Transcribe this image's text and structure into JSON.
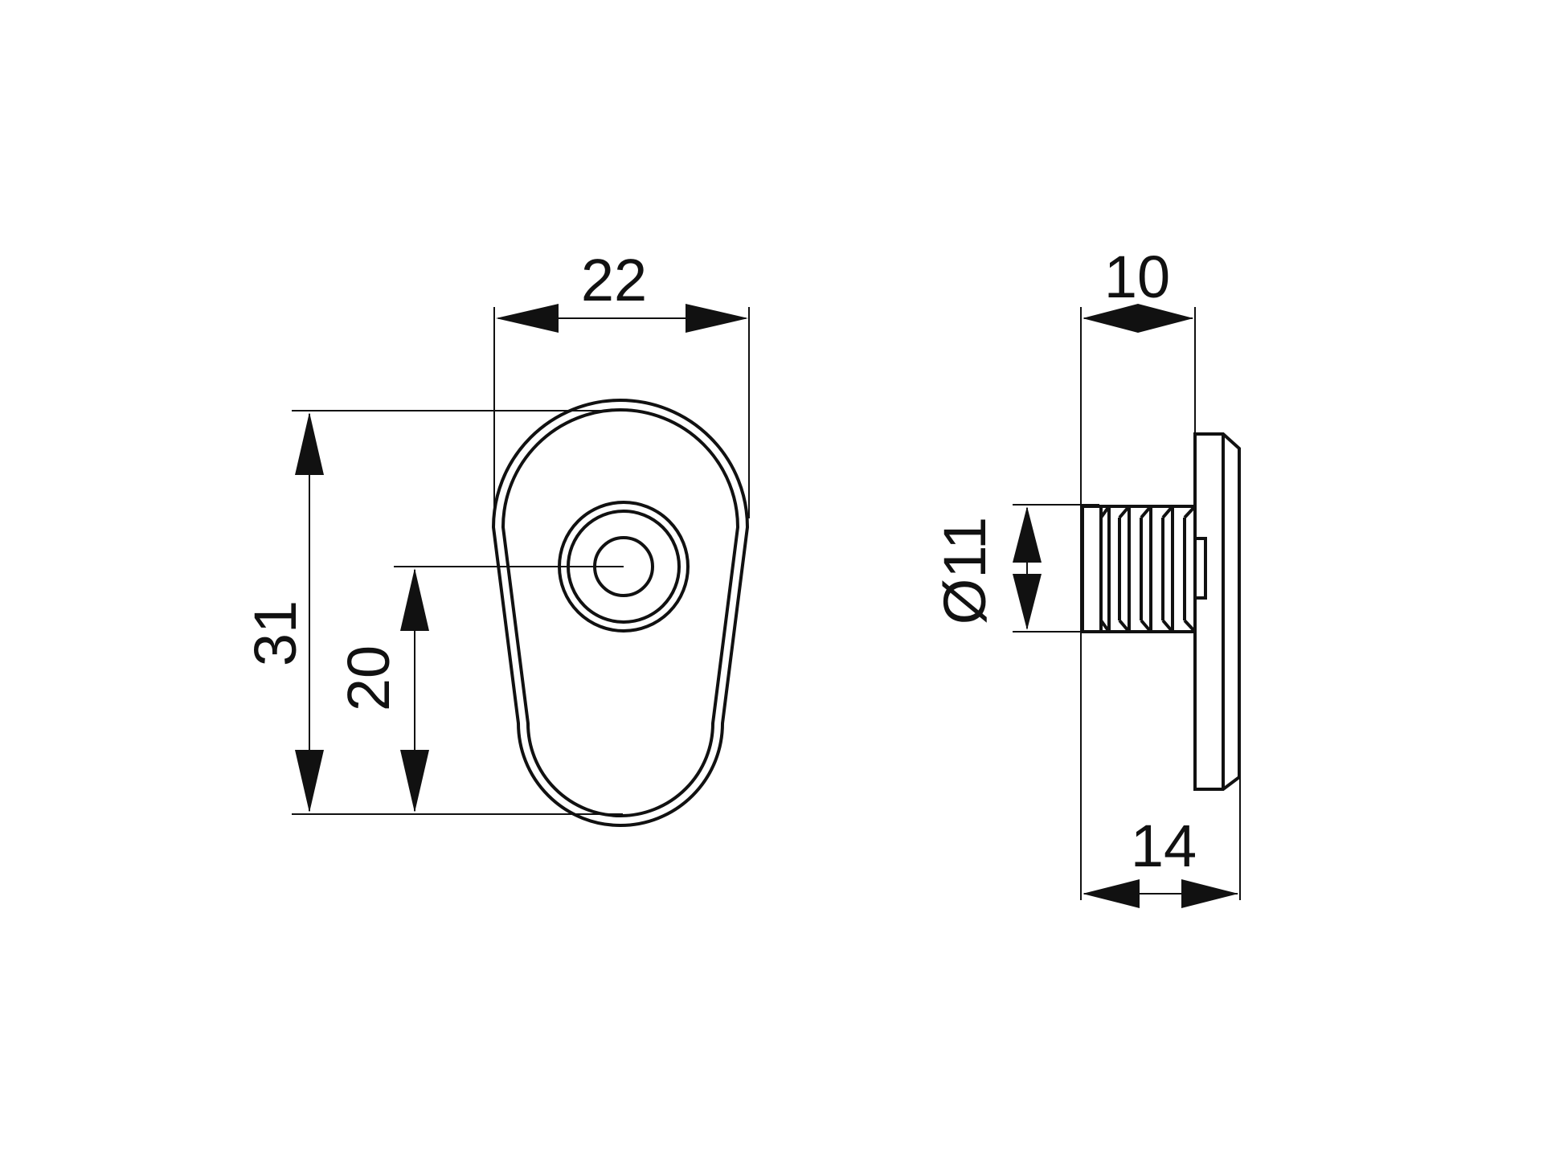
{
  "drawing": {
    "line_color": "#111111",
    "background": "#ffffff",
    "front_view": {
      "width_label": "22",
      "height_label": "31",
      "hole_height_label": "20"
    },
    "side_view": {
      "depth_label": "10",
      "total_depth_label": "14",
      "diameter_label": "Ø11"
    }
  }
}
